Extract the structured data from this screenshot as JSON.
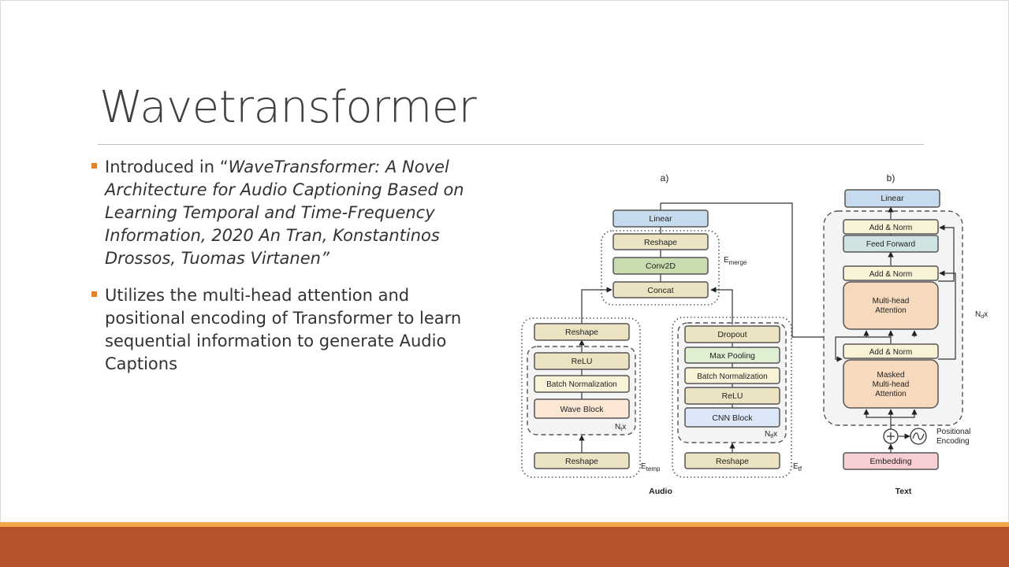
{
  "slide": {
    "title": "Wavetransformer",
    "bullets": [
      {
        "prefix": "Introduced in “",
        "italic": "WaveTransformer: A Novel Architecture for Audio Captioning Based on Learning Temporal and Time-Frequency Information, 2020 An Tran, Konstantinos Drossos, Tuomas Virtanen”"
      },
      {
        "prefix": "Utilizes the multi-head attention and positional encoding of Transformer to learn sequential information to generate Audio Captions",
        "italic": ""
      }
    ]
  },
  "diagram": {
    "panel_a": {
      "label": "a)",
      "linear": "Linear",
      "merge": {
        "blocks": [
          "Reshape",
          "Conv2D",
          "Concat"
        ],
        "label": "E",
        "label_sub": "merge"
      },
      "temp": {
        "top": "Reshape",
        "stack": [
          "ReLU",
          "Batch Normalization",
          "Wave Block"
        ],
        "stack_label": "N",
        "stack_label_sub": "t",
        "stack_label_suffix": "x",
        "bottom": "Reshape",
        "label": "E",
        "label_sub": "temp"
      },
      "tf": {
        "stack": [
          "Dropout",
          "Max Pooling",
          "Batch Normalization",
          "ReLU",
          "CNN Block"
        ],
        "stack_label": "N",
        "stack_label_sub": "tf",
        "stack_label_suffix": "x",
        "bottom": "Reshape",
        "label": "E",
        "label_sub": "tf"
      },
      "caption": "Audio"
    },
    "panel_b": {
      "label": "b)",
      "linear": "Linear",
      "blocks": [
        "Add & Norm",
        "Feed Forward",
        "Add & Norm",
        "Multi-head Attention",
        "Add & Norm",
        "Masked Multi-head Attention"
      ],
      "nd_label": "N",
      "nd_sub": "d",
      "nd_suffix": "x",
      "positional_encoding": [
        "Positional",
        "Encoding"
      ],
      "embedding": "Embedding",
      "caption": "Text"
    },
    "colors": {
      "blue": "#c6dcee",
      "tan": "#ece3c2",
      "green": "#c9dcb0",
      "lightgreen": "#dfefd1",
      "cream": "#f8f3d6",
      "peach": "#f7d9bd",
      "lightpeach": "#fbe7d4",
      "teal": "#cfe3e2",
      "lightblue": "#dce8f7",
      "pink": "#f7cfd3",
      "groupfill": "#f4f4f4"
    }
  }
}
